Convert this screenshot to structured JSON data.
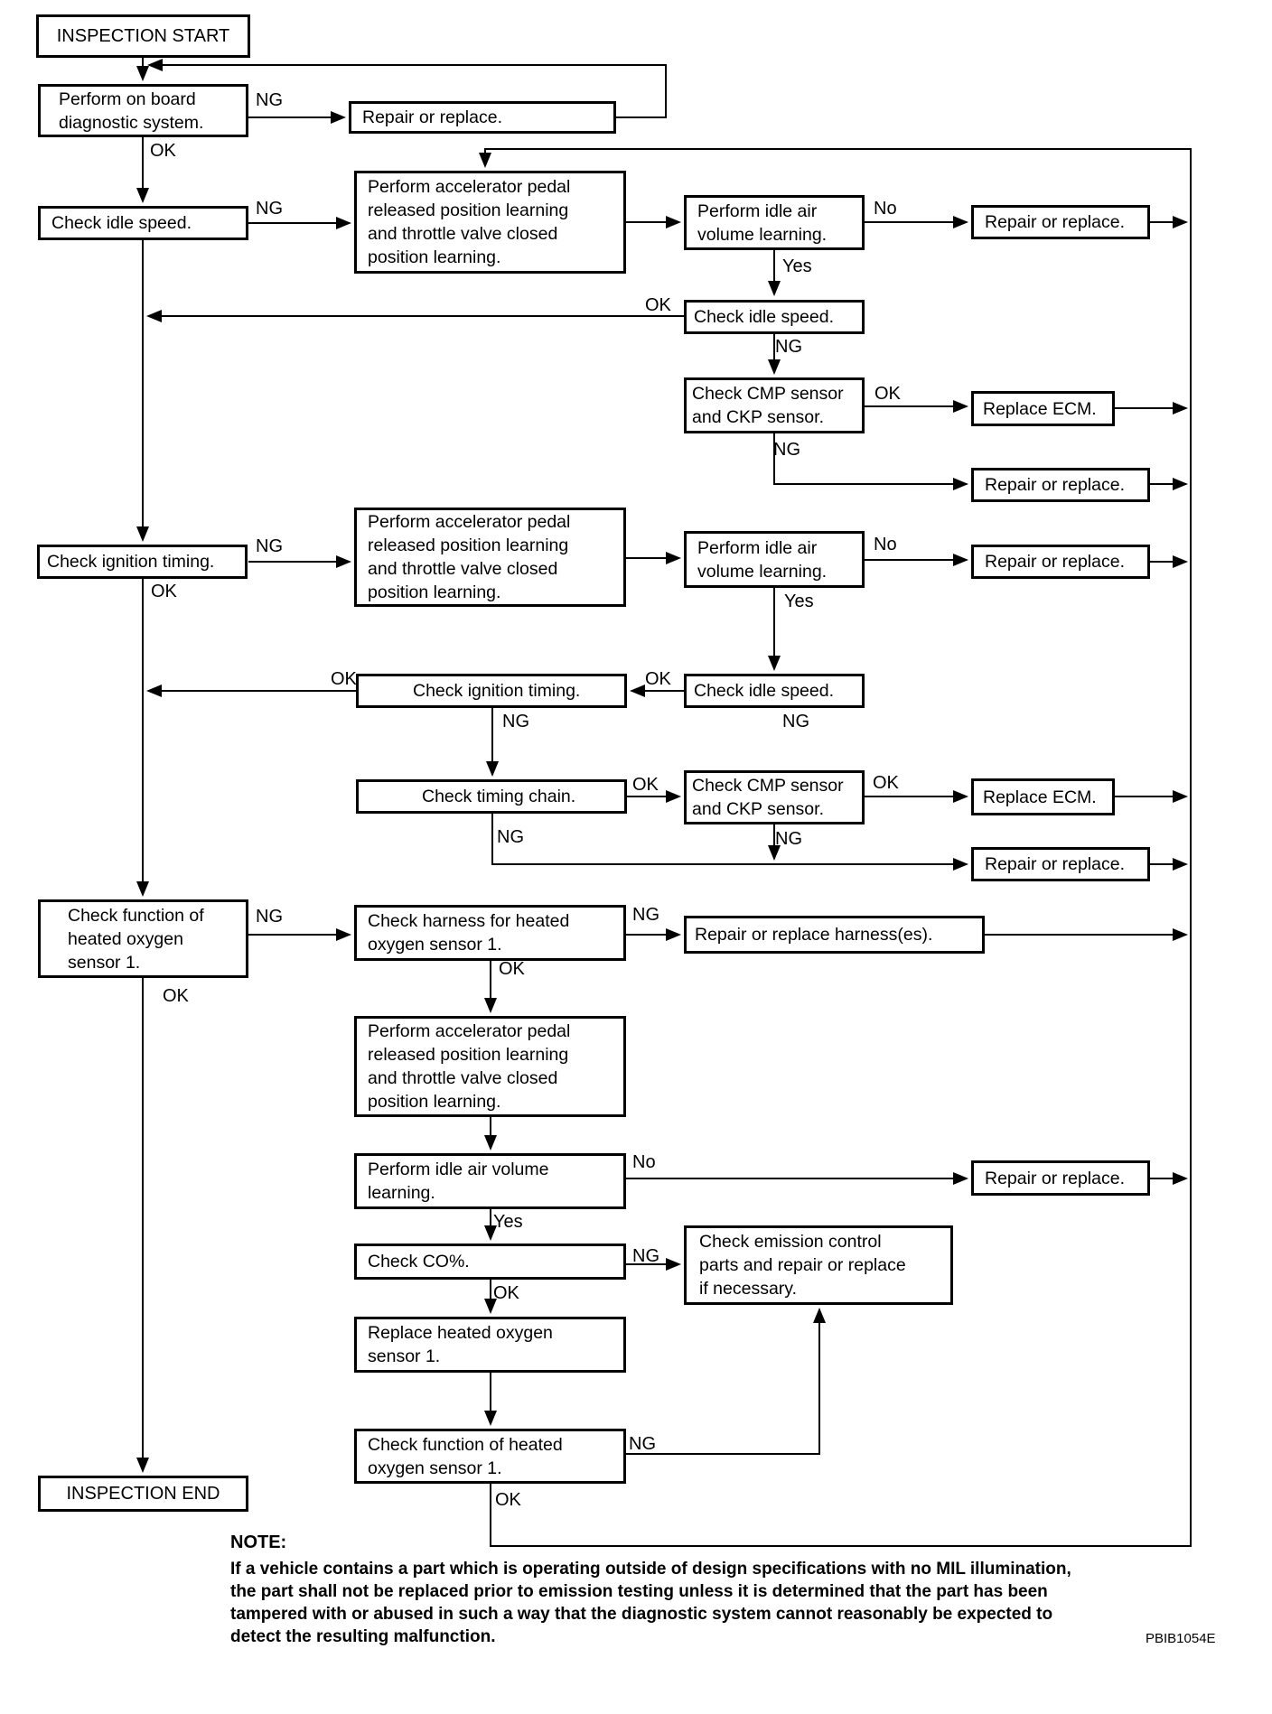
{
  "diagram_title": "Vehicle on-board diagnostic inspection flowchart",
  "nodes": {
    "inspection_start": {
      "label": "INSPECTION START"
    },
    "perform_obd": {
      "label": "Perform on board\ndiagnostic system."
    },
    "repair_or_replace_1": {
      "label": "Repair or replace."
    },
    "accel_pedal_learning_1": {
      "label": "Perform accelerator pedal\nreleased position learning\nand throttle valve closed\nposition learning."
    },
    "idle_air_learning_1": {
      "label": "Perform idle air\nvolume learning."
    },
    "repair_or_replace_2": {
      "label": "Repair or replace."
    },
    "check_idle_speed_1": {
      "label": "Check idle speed."
    },
    "check_idle_speed_2": {
      "label": "Check idle speed."
    },
    "check_cmp_ckp_1": {
      "label": "Check CMP sensor\nand CKP sensor."
    },
    "replace_ecm_1": {
      "label": "Replace ECM."
    },
    "repair_or_replace_3": {
      "label": "Repair or replace."
    },
    "check_ignition_timing_1": {
      "label": "Check ignition timing."
    },
    "accel_pedal_learning_2": {
      "label": "Perform accelerator pedal\nreleased position learning\nand throttle valve closed\nposition learning."
    },
    "idle_air_learning_2": {
      "label": "Perform idle air\nvolume learning."
    },
    "repair_or_replace_4": {
      "label": "Repair or replace."
    },
    "check_idle_speed_3": {
      "label": "Check idle speed."
    },
    "check_ignition_timing_2": {
      "label": "Check ignition timing."
    },
    "check_timing_chain": {
      "label": "Check timing chain."
    },
    "check_cmp_ckp_2": {
      "label": "Check CMP sensor\nand CKP sensor."
    },
    "replace_ecm_2": {
      "label": "Replace ECM."
    },
    "repair_or_replace_5": {
      "label": "Repair or replace."
    },
    "check_function_hos_1": {
      "label": "Check function of\nheated oxygen\nsensor 1."
    },
    "check_harness_hos": {
      "label": "Check harness for heated\noxygen sensor 1."
    },
    "repair_or_replace_harness": {
      "label": "Repair or replace harness(es)."
    },
    "accel_pedal_learning_3": {
      "label": "Perform accelerator pedal\nreleased position learning\nand throttle valve closed\nposition learning."
    },
    "idle_air_learning_3": {
      "label": "Perform idle air volume\nlearning."
    },
    "repair_or_replace_6": {
      "label": "Repair or replace."
    },
    "check_co": {
      "label": "Check CO%."
    },
    "check_emission_control": {
      "label": "Check emission control\nparts and repair or replace\nif necessary."
    },
    "replace_hos": {
      "label": "Replace heated oxygen\nsensor 1."
    },
    "check_function_hos_2": {
      "label": "Check function of heated\noxygen sensor 1."
    },
    "inspection_end": {
      "label": "INSPECTION END"
    }
  },
  "edge_labels": [
    "NG",
    "OK",
    "NG",
    "No",
    "Yes",
    "OK",
    "NG",
    "OK",
    "NG",
    "NG",
    "OK",
    "No",
    "Yes",
    "OK",
    "OK",
    "NG",
    "NG",
    "OK",
    "OK",
    "NG",
    "NG",
    "NG",
    "NG",
    "OK",
    "OK",
    "No",
    "Yes",
    "NG",
    "OK",
    "NG",
    "OK"
  ],
  "note": {
    "heading": "NOTE:",
    "body": "If a vehicle contains a part which is operating outside of design specifications with no MIL illumination,\nthe part shall not be replaced prior to emission testing unless it is determined that the part has been\ntampered with or abused in such a way that the diagnostic system cannot reasonably be expected to\ndetect the resulting malfunction."
  },
  "ref_code": "PBIB1054E",
  "colors": {
    "line": "#000000",
    "background": "#ffffff",
    "text": "#000000"
  }
}
